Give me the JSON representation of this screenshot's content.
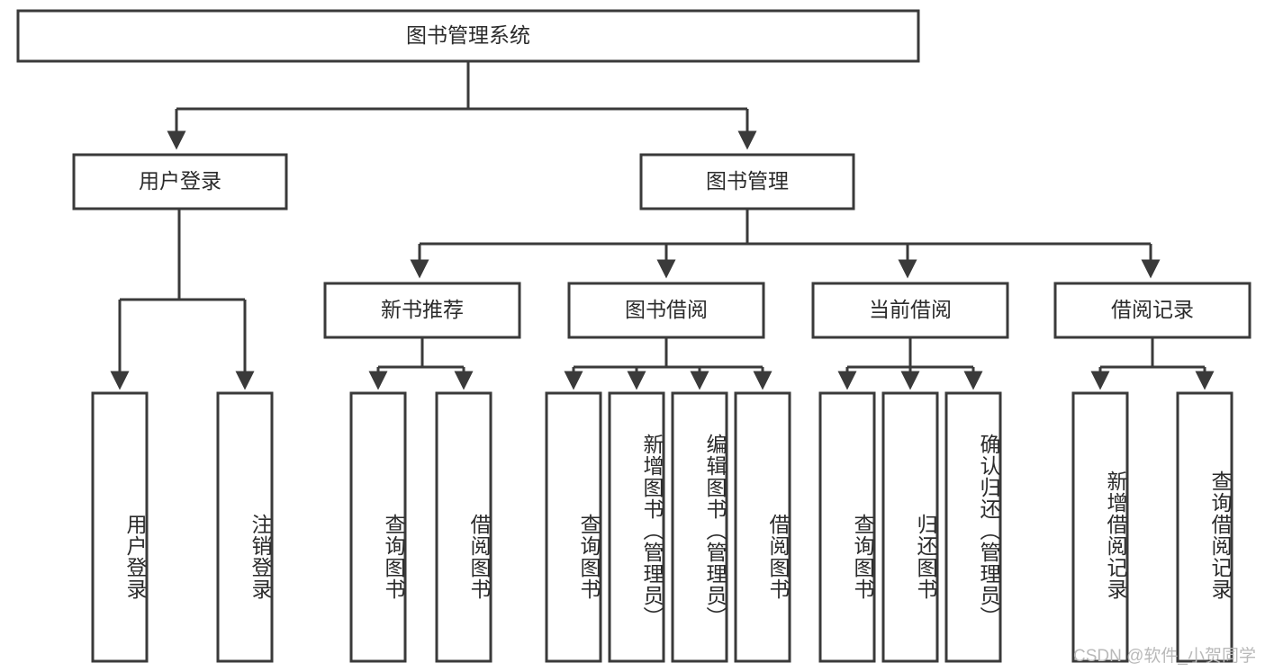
{
  "diagram": {
    "title": "图书管理系统",
    "type": "tree-hierarchy",
    "watermark": "CSDN @软件_小贺同学",
    "colors": {
      "stroke": "#3a3a3a",
      "fill": "#ffffff",
      "text": "#2b2b2b",
      "watermark": "#b9b9b9",
      "background": "#ffffff"
    },
    "root": {
      "label": "图书管理系统"
    },
    "level2": [
      {
        "label": "用户登录"
      },
      {
        "label": "图书管理"
      }
    ],
    "level3": [
      {
        "label": "新书推荐"
      },
      {
        "label": "图书借阅"
      },
      {
        "label": "当前借阅"
      },
      {
        "label": "借阅记录"
      }
    ],
    "leaves": {
      "user_login": [
        {
          "label": "用户登录"
        },
        {
          "label": "注销登录"
        }
      ],
      "new_book_recommend": [
        {
          "label": "查询图书"
        },
        {
          "label": "借阅图书"
        }
      ],
      "book_borrow": [
        {
          "label": "查询图书"
        },
        {
          "label": "新增图书（管理员）"
        },
        {
          "label": "编辑图书（管理员）"
        },
        {
          "label": "借阅图书"
        }
      ],
      "current_borrow": [
        {
          "label": "查询图书"
        },
        {
          "label": "归还图书"
        },
        {
          "label": "确认归还（管理员）"
        }
      ],
      "borrow_record": [
        {
          "label": "新增借阅记录"
        },
        {
          "label": "查询借阅记录"
        }
      ]
    }
  }
}
